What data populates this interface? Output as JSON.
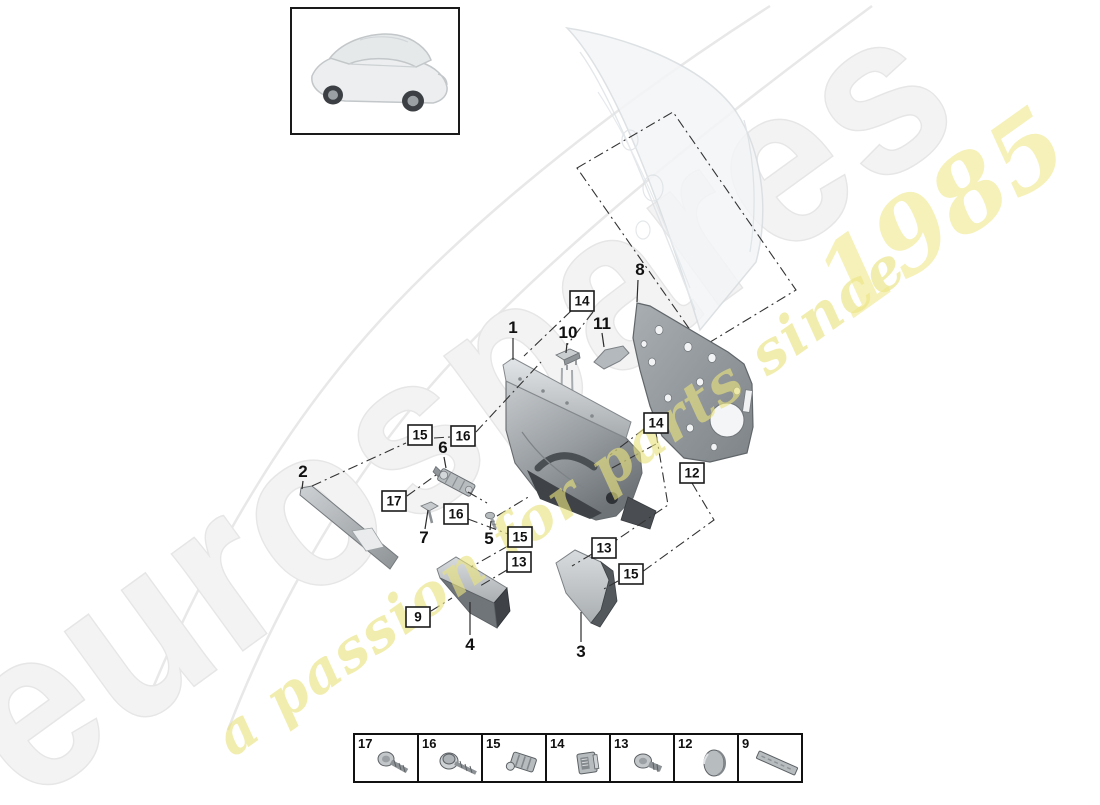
{
  "watermark": {
    "brand": "eurospares",
    "tagline": "a passion for parts since",
    "year": "1985",
    "brand_color": "#f3f3f3",
    "tagline_color": "#eae37f"
  },
  "callouts": {
    "plain": [
      {
        "text": "1"
      },
      {
        "text": "2"
      },
      {
        "text": "3"
      },
      {
        "text": "4"
      },
      {
        "text": "5"
      },
      {
        "text": "6"
      },
      {
        "text": "7"
      },
      {
        "text": "8"
      },
      {
        "text": "10"
      },
      {
        "text": "11"
      }
    ],
    "boxed": [
      {
        "text": "14"
      },
      {
        "text": "15"
      },
      {
        "text": "16"
      },
      {
        "text": "17"
      },
      {
        "text": "16"
      },
      {
        "text": "15"
      },
      {
        "text": "13"
      },
      {
        "text": "9"
      },
      {
        "text": "13"
      },
      {
        "text": "15"
      },
      {
        "text": "14"
      },
      {
        "text": "12"
      }
    ]
  },
  "legend": {
    "items": [
      {
        "number": "17",
        "icon": "pan-head-screw-icon"
      },
      {
        "number": "16",
        "icon": "washer-screw-icon"
      },
      {
        "number": "15",
        "icon": "retainer-clip-icon"
      },
      {
        "number": "14",
        "icon": "square-clip-icon"
      },
      {
        "number": "13",
        "icon": "flange-screw-icon"
      },
      {
        "number": "12",
        "icon": "oval-cap-icon"
      },
      {
        "number": "9",
        "icon": "trim-strip-icon"
      }
    ]
  }
}
